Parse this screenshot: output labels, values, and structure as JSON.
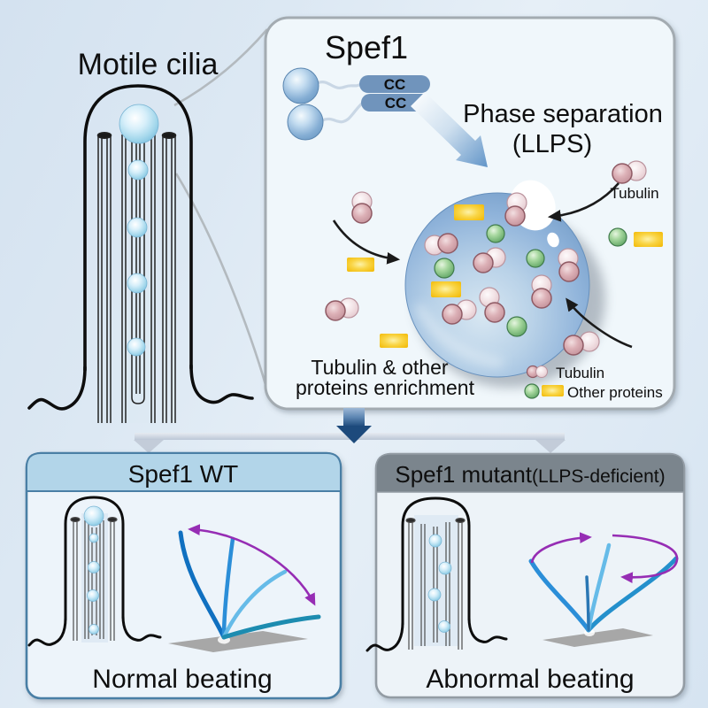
{
  "title": {
    "label": "Motile cilia"
  },
  "llps_panel": {
    "protein_label": "Spef1",
    "cc": "CC",
    "phase_line1": "Phase separation",
    "phase_line2": "(LLPS)",
    "tubulin_pointer_label": "Tubulin",
    "enrichment_line1": "Tubulin & other",
    "enrichment_line2": "proteins enrichment",
    "legend": {
      "tubulin": "Tubulin",
      "other_proteins": "Other proteins"
    }
  },
  "wt_panel": {
    "header": "Spef1 WT",
    "caption": "Normal beating"
  },
  "mutant_panel": {
    "header": "Spef1 mutant",
    "header_sub": "(LLPS-deficient)",
    "caption": "Abnormal beating"
  },
  "colors": {
    "background_blue": "#dce8f3",
    "panel_fill": "#f0f7fb",
    "panel_border_gray": "#a3abb1",
    "droplet_blue": "#7ba6d0",
    "spef1_sphere_blue": "#7fa8cf",
    "cc_pill_blue": "#7094bc",
    "cilia_sphere_cyan": "#8ecfe8",
    "tubulin_pink_dark": "#cf98a1",
    "tubulin_pink_light": "#f1dfe2",
    "other_protein_green": "#72b876",
    "other_protein_yellow": "#f6c51c",
    "flow_arrow_dark_blue": "#1d4a7c",
    "flow_arrow_gray": "#c3ccd9",
    "wt_header_blue": "#b2d5e9",
    "wt_border_blue": "#4a7fa5",
    "mutant_header_gray": "#7b858d",
    "beat_dark_blue": "#1070c0",
    "beat_mid_blue": "#2b8ed8",
    "beat_light_blue": "#66bbe8",
    "beat_teal": "#1d8cb0",
    "beat_purple": "#962db4",
    "surface_gray": "#a7a7a7"
  }
}
